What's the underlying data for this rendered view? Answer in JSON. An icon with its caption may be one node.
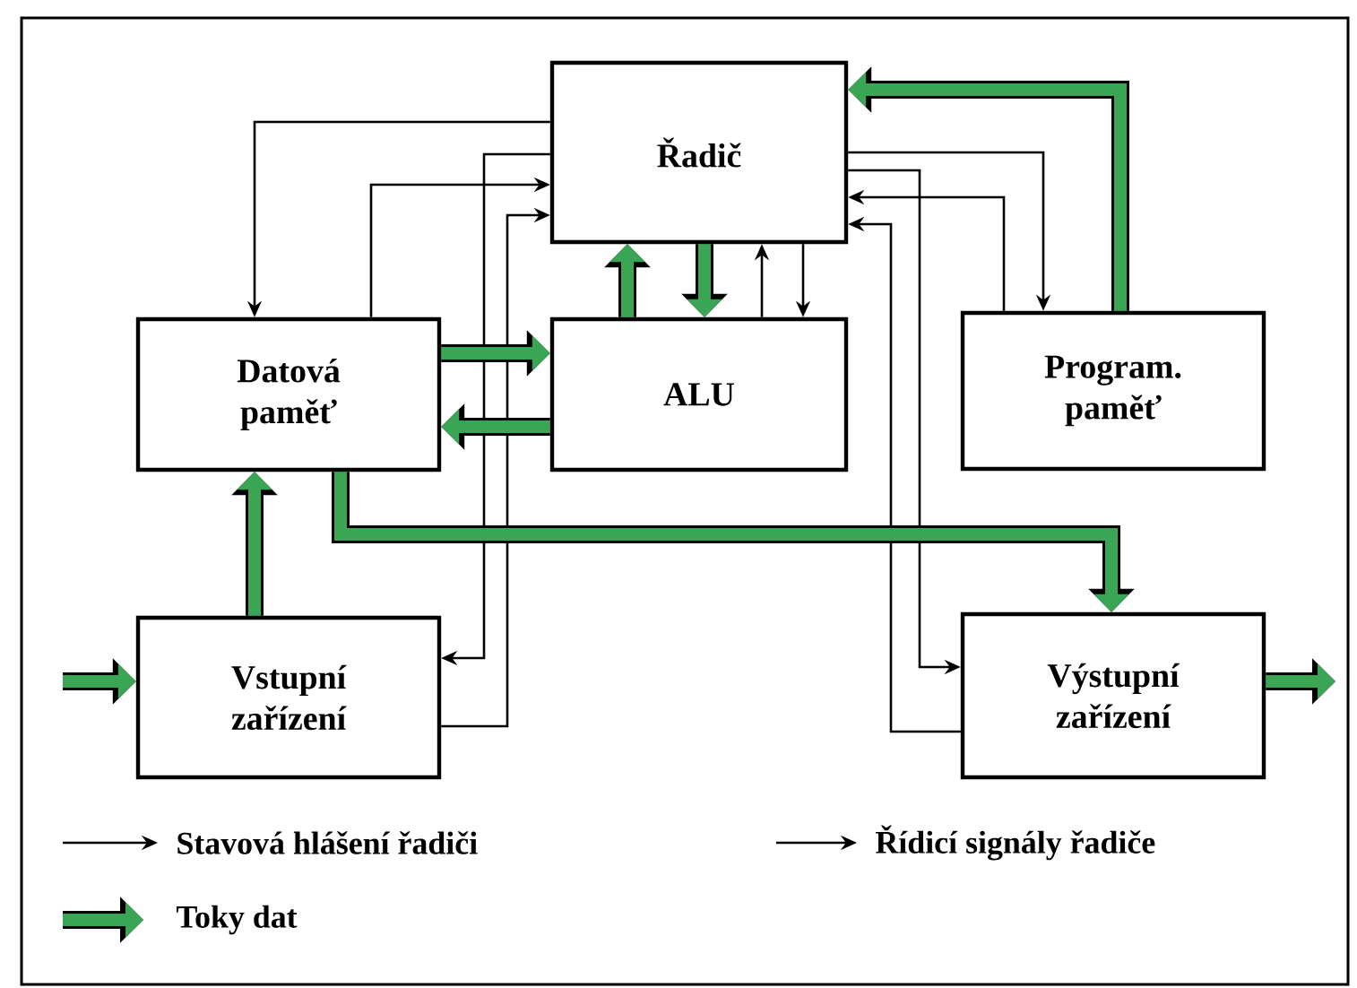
{
  "diagram": {
    "nodes": [
      {
        "text": [
          "Řadič"
        ]
      },
      {
        "text": [
          "Datová paměť"
        ]
      },
      {
        "text": [
          "ALU"
        ]
      },
      {
        "text": [
          "Program. paměť"
        ]
      },
      {
        "text": [
          "Vstupní zařízení"
        ]
      },
      {
        "text": [
          "Výstupní zařízení"
        ]
      }
    ],
    "edges": [
      {
        "from": 0,
        "to": 1,
        "arrow": "to"
      },
      {
        "from": 1,
        "to": 0,
        "arrow": "to"
      },
      {
        "from": 0,
        "to": 4,
        "arrow": "to"
      },
      {
        "from": 4,
        "to": 0,
        "arrow": "to"
      },
      {
        "from": 2,
        "to": 0,
        "arrow": "to"
      },
      {
        "from": 0,
        "to": 2,
        "arrow": "to"
      },
      {
        "from": 2,
        "to": 0,
        "arrow": "to",
        "style": "thick",
        "color": "#3aa655"
      },
      {
        "from": 0,
        "to": 2,
        "arrow": "to",
        "style": "thick",
        "color": "#3aa655"
      },
      {
        "from": 0,
        "to": 3,
        "arrow": "to"
      },
      {
        "from": 3,
        "to": 0,
        "arrow": "to"
      },
      {
        "from": 3,
        "to": 0,
        "arrow": "to",
        "style": "thick",
        "color": "#3aa655"
      },
      {
        "from": 0,
        "to": 5,
        "arrow": "to"
      },
      {
        "from": 5,
        "to": 0,
        "arrow": "to"
      },
      {
        "from": 1,
        "to": 2,
        "arrow": "to",
        "style": "thick",
        "color": "#3aa655"
      },
      {
        "from": 2,
        "to": 1,
        "arrow": "to",
        "style": "thick",
        "color": "#3aa655"
      },
      {
        "from": 4,
        "to": 1,
        "arrow": "to",
        "style": "thick",
        "color": "#3aa655"
      },
      {
        "from": 1,
        "to": 5,
        "arrow": "to",
        "style": "thick",
        "color": "#3aa655"
      },
      {
        "from": null,
        "to": 4,
        "arrow": "to",
        "style": "thick",
        "color": "#3aa655"
      },
      {
        "from": 5,
        "to": null,
        "arrow": "to",
        "style": "thick",
        "color": "#3aa655"
      }
    ],
    "legend": [
      {
        "text": "Stavová hlášení řadiči"
      },
      {
        "text": "Řídicí signály řadiče"
      },
      {
        "text": "Toky dat",
        "color": "#3aa655"
      }
    ]
  }
}
